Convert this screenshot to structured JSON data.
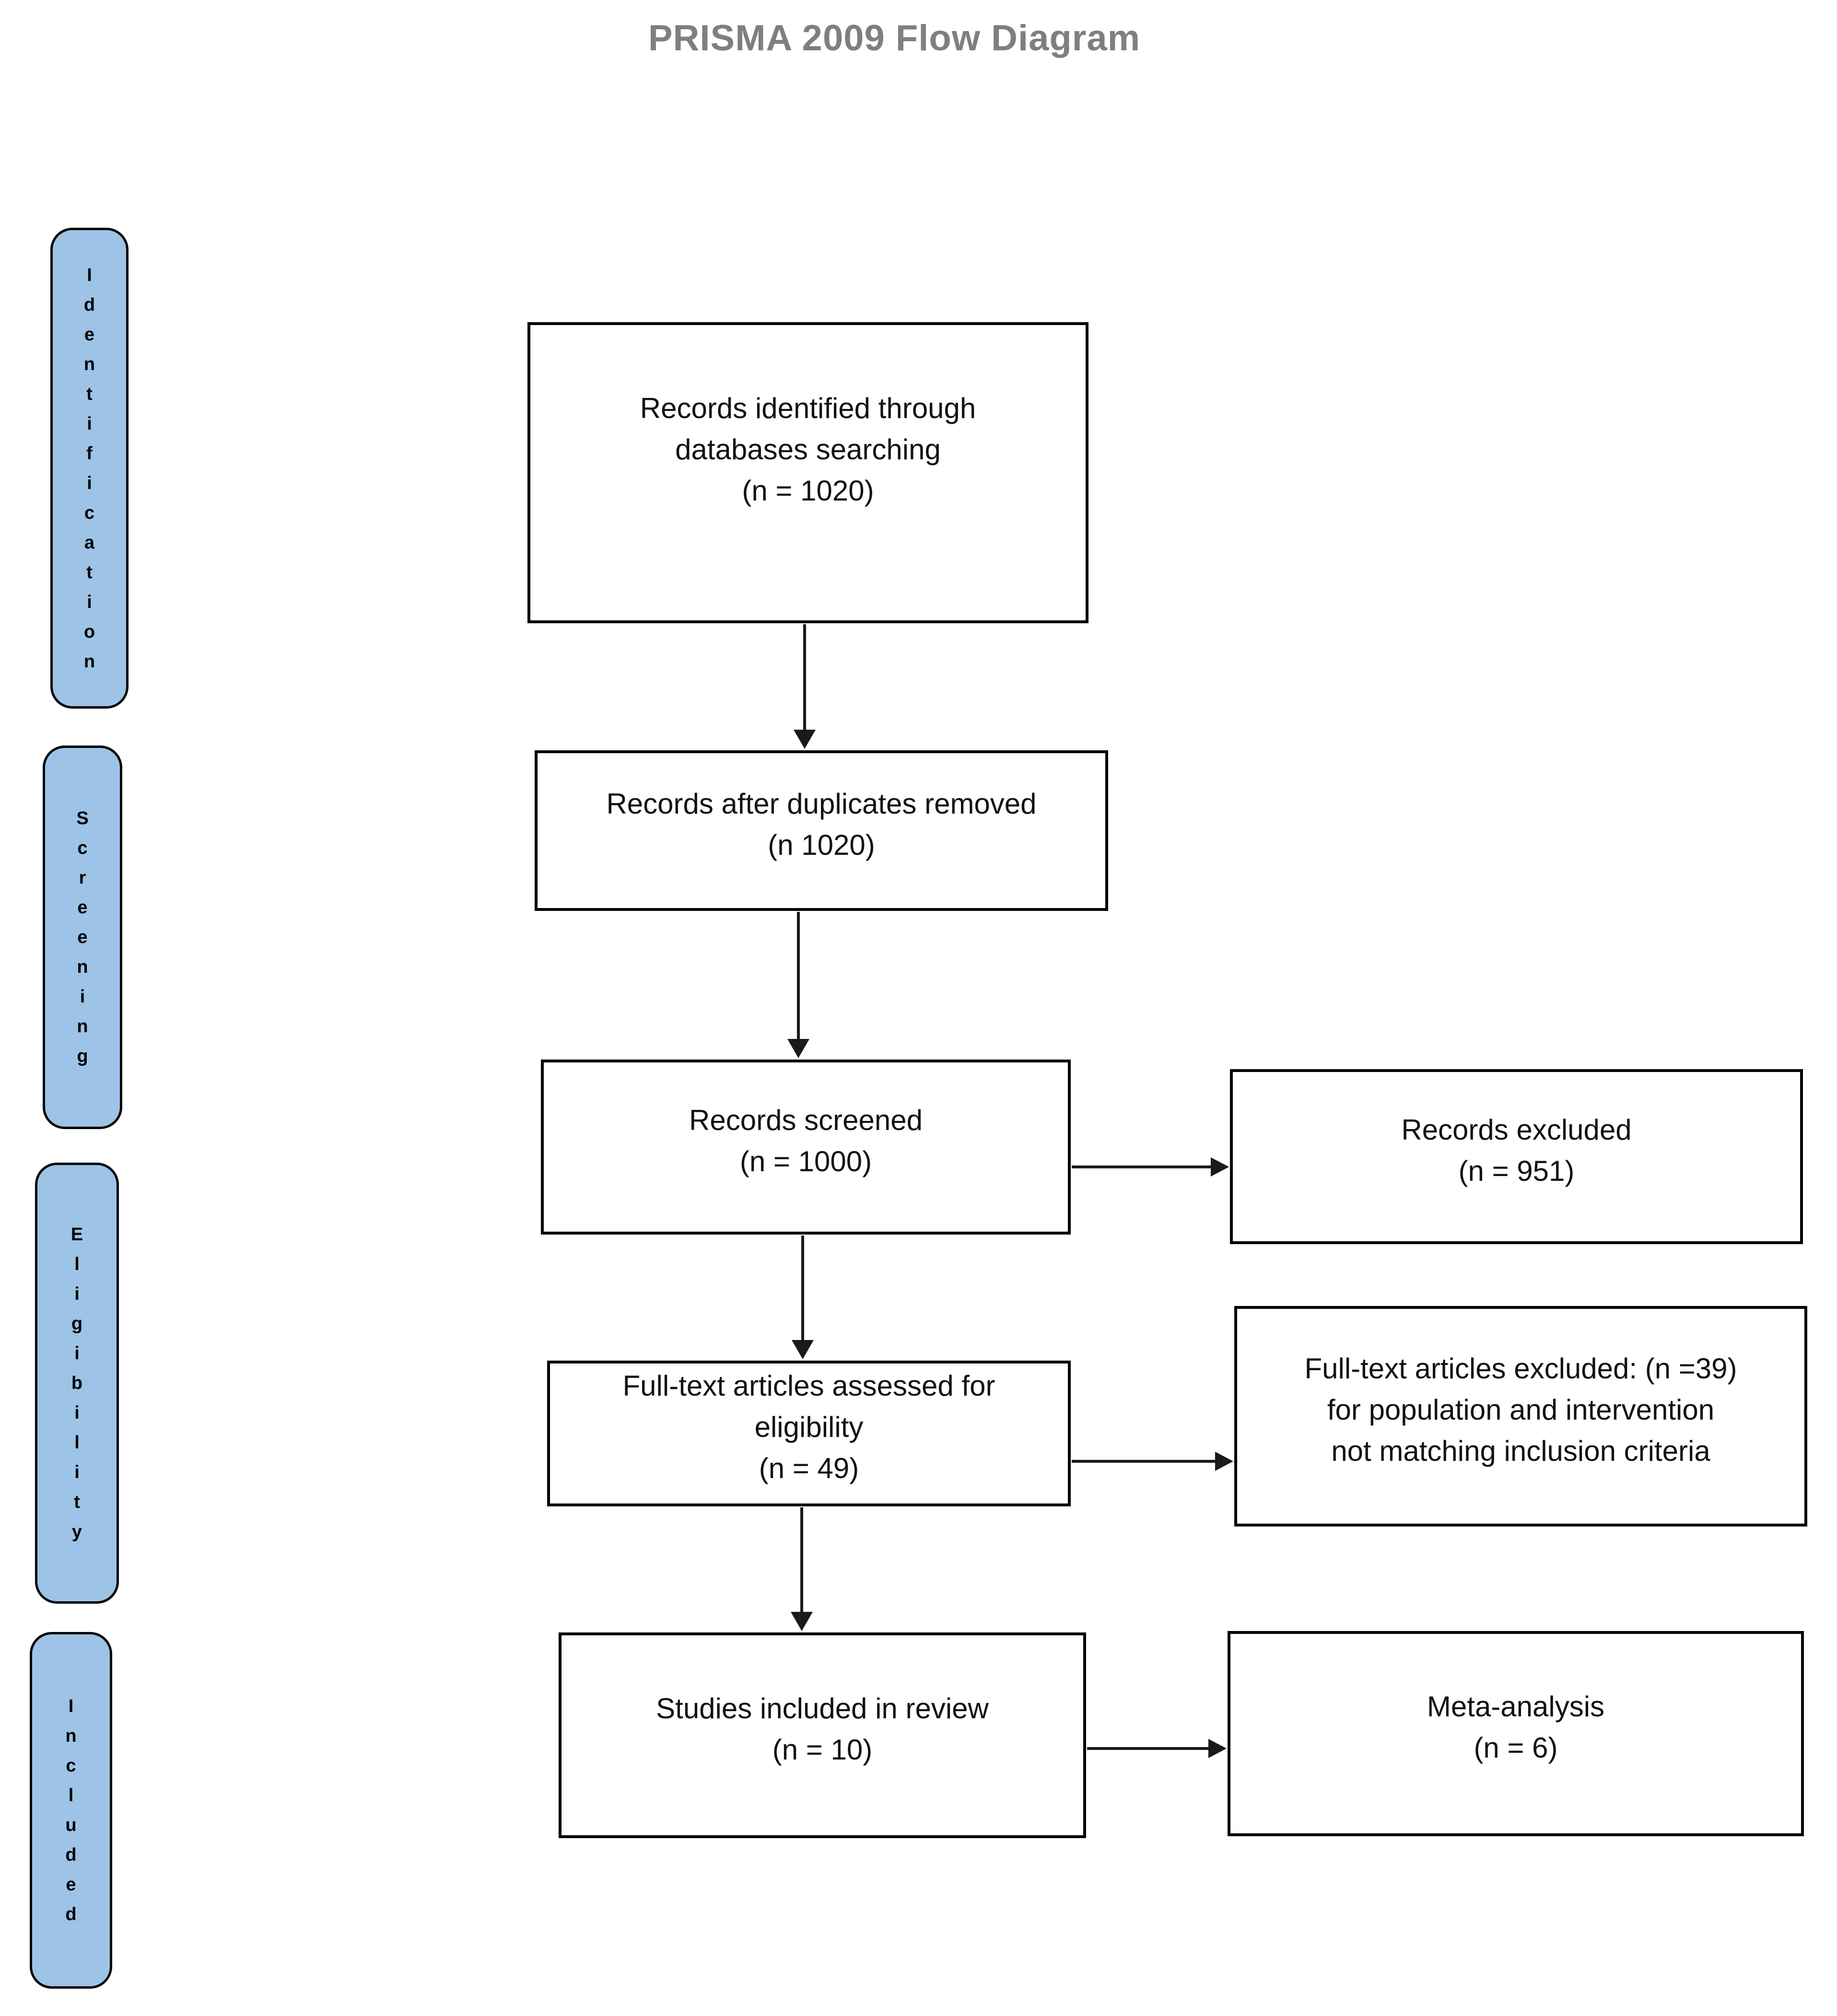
{
  "title": "PRISMA 2009 Flow Diagram",
  "colors": {
    "title_text": "#7F7F7F",
    "stage_fill": "#9DC3E6",
    "stage_border": "#000000",
    "box_border": "#000000",
    "arrow": "#1a1a1a"
  },
  "stages": [
    {
      "key": "identification",
      "label": "Identification"
    },
    {
      "key": "screening",
      "label": "Screening"
    },
    {
      "key": "eligibility",
      "label": "Eligibility"
    },
    {
      "key": "included",
      "label": "Included"
    }
  ],
  "boxes": {
    "identified": {
      "lines": [
        "Records identified through",
        "databases searching",
        "(n = 1020)"
      ]
    },
    "duplicates_removed": {
      "lines": [
        "Records after duplicates removed",
        "(n 1020)"
      ]
    },
    "screened": {
      "lines": [
        "Records screened",
        "(n = 1000)"
      ]
    },
    "fulltext_assessed": {
      "lines": [
        "Full-text articles assessed for",
        "eligibility",
        "(n = 49)"
      ]
    },
    "studies_included": {
      "lines": [
        "Studies included in review",
        "(n = 10)"
      ]
    },
    "records_excluded": {
      "lines": [
        "Records excluded",
        "(n = 951)"
      ]
    },
    "fulltext_excluded": {
      "lines": [
        "Full-text articles excluded: (n =39)",
        "for population and intervention",
        "not matching inclusion criteria"
      ]
    },
    "meta_analysis": {
      "lines": [
        "Meta-analysis",
        "(n = 6)"
      ]
    }
  },
  "edges": [
    {
      "from": "identified",
      "to": "duplicates_removed",
      "direction": "down"
    },
    {
      "from": "duplicates_removed",
      "to": "screened",
      "direction": "down"
    },
    {
      "from": "screened",
      "to": "fulltext_assessed",
      "direction": "down"
    },
    {
      "from": "fulltext_assessed",
      "to": "studies_included",
      "direction": "down"
    },
    {
      "from": "screened",
      "to": "records_excluded",
      "direction": "right"
    },
    {
      "from": "fulltext_assessed",
      "to": "fulltext_excluded",
      "direction": "right"
    },
    {
      "from": "studies_included",
      "to": "meta_analysis",
      "direction": "right"
    }
  ]
}
